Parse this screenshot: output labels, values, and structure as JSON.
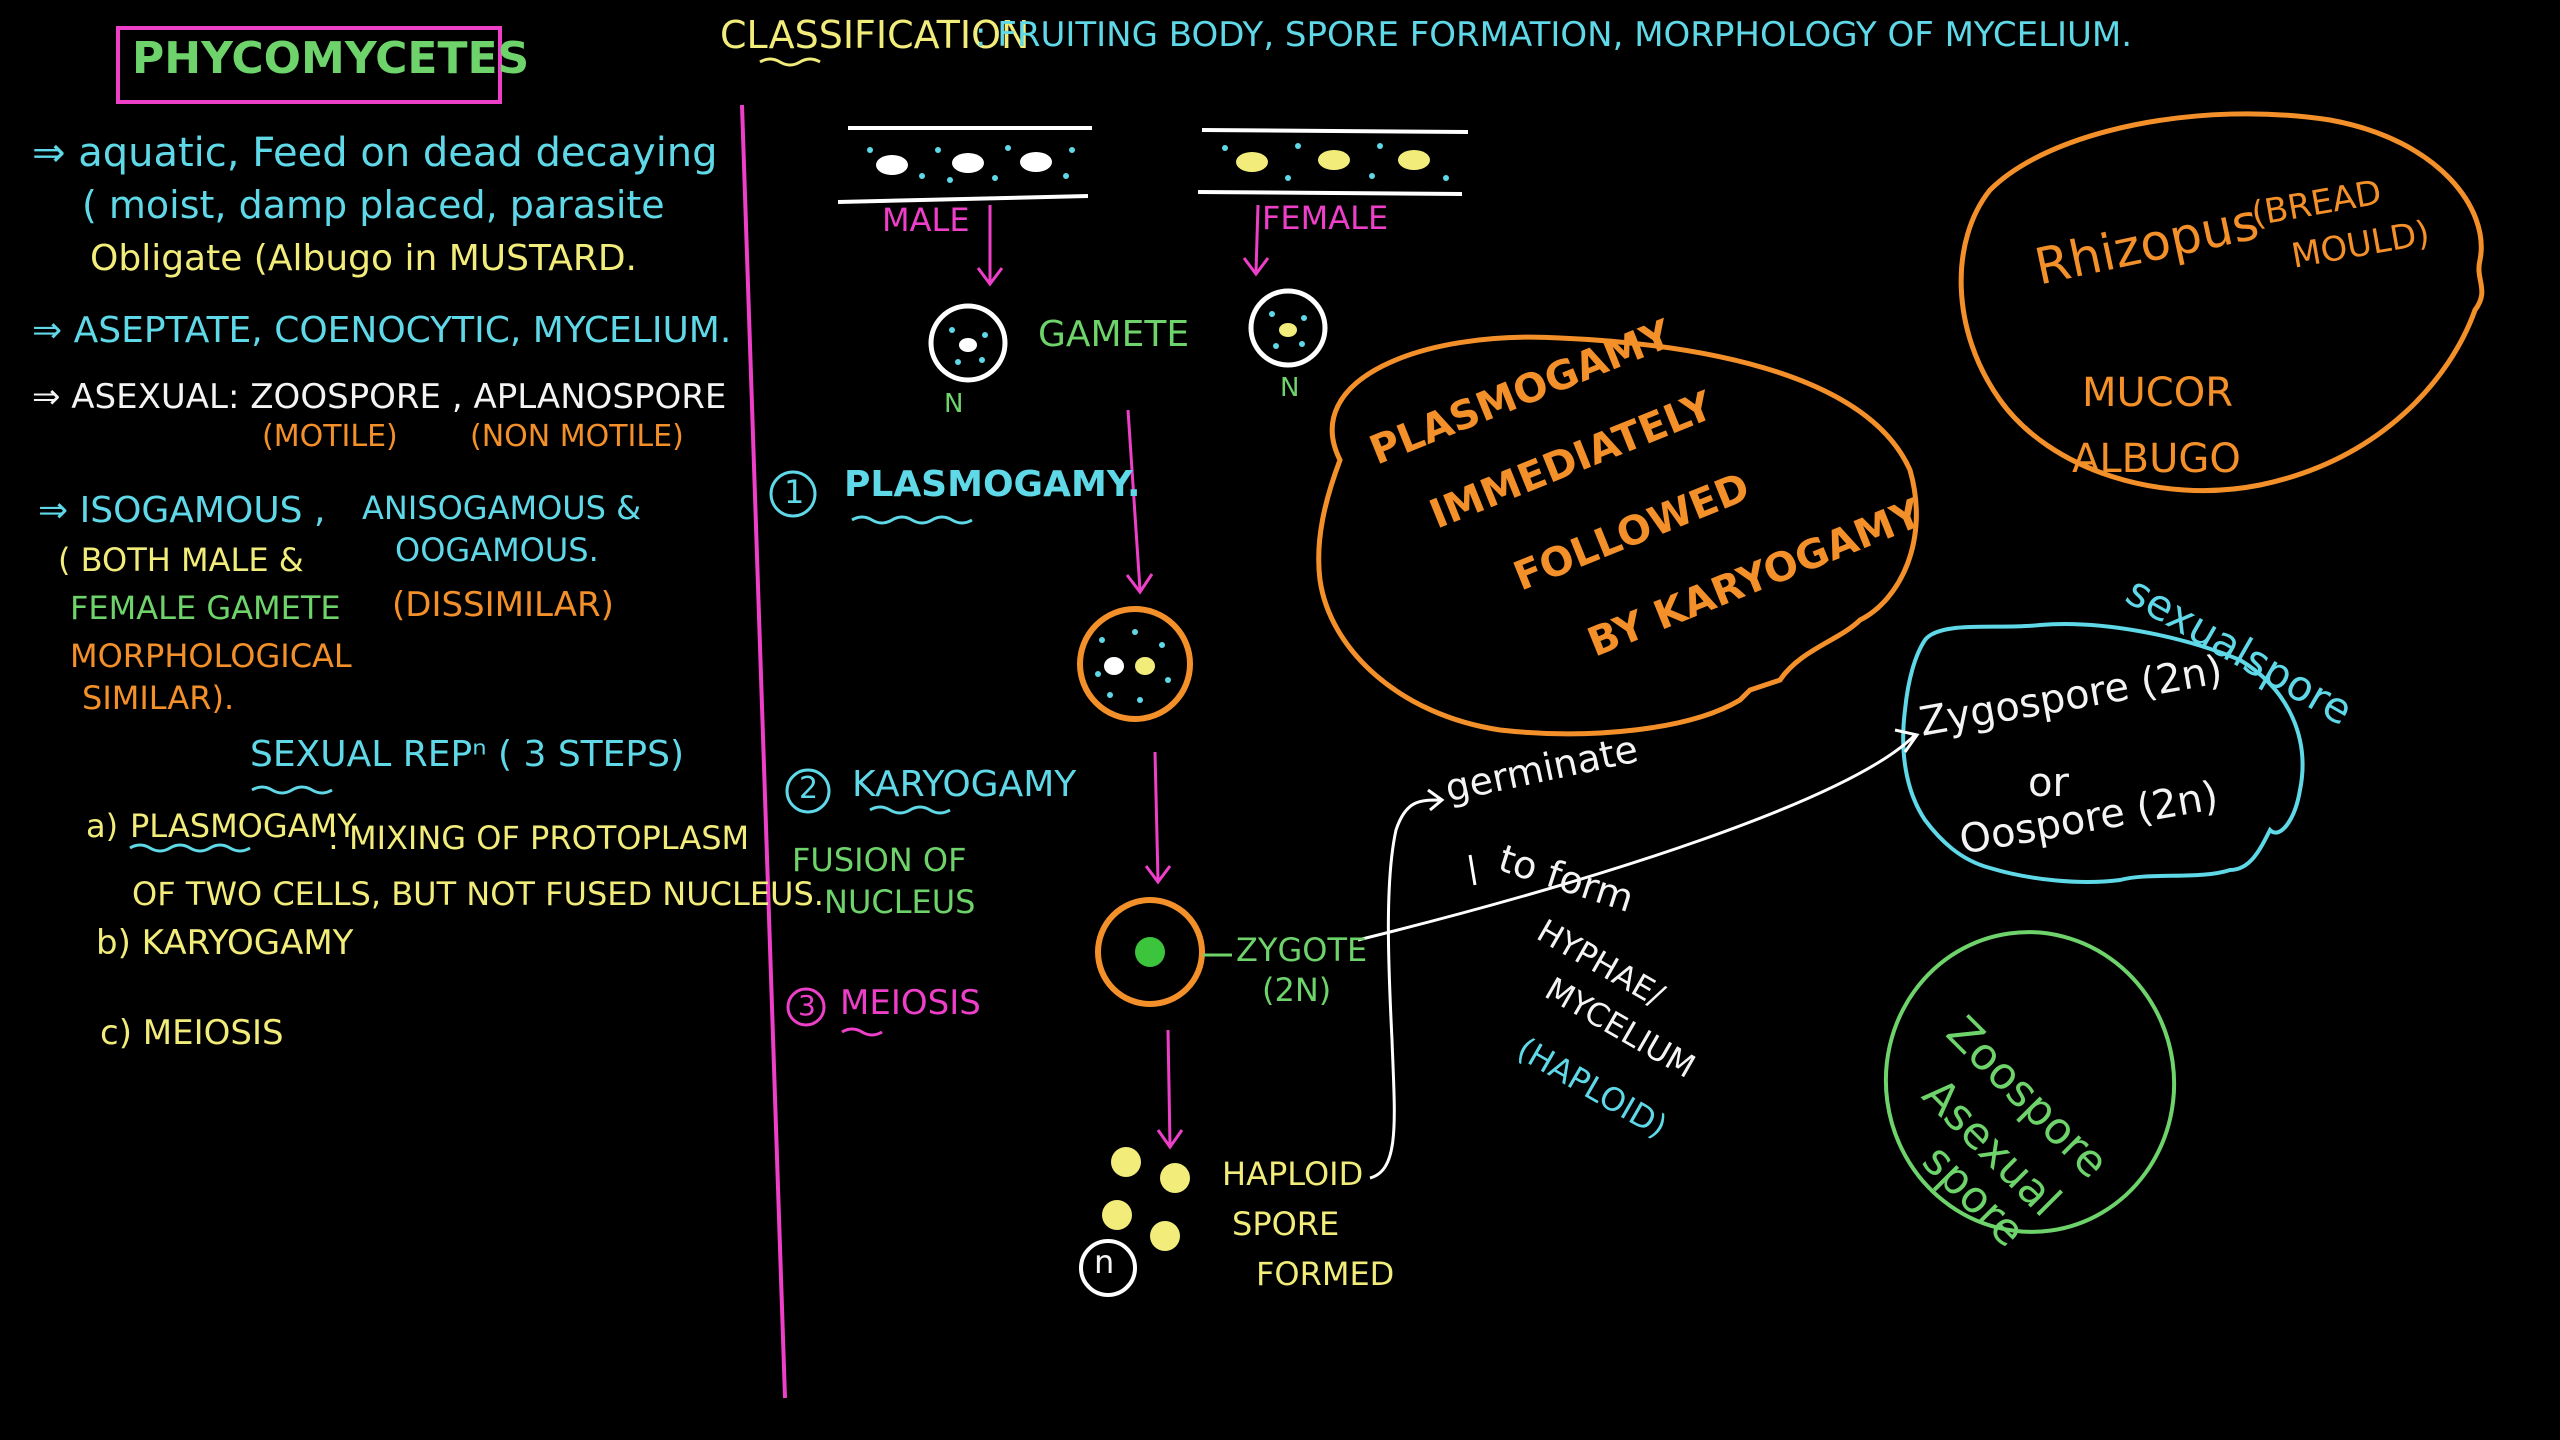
{
  "title": "PHYCOMYCETES",
  "classification": {
    "heading": "CLASSIFICATION",
    "text": ": FRUITING BODY, SPORE FORMATION, MORPHOLOGY OF MYCELIUM."
  },
  "notes": {
    "line1": "⇒ aquatic, Feed on dead decaying",
    "line2": "( moist, damp placed, parasite",
    "line3": "Obligate (Albugo in MUSTARD.",
    "aseptate": "⇒ ASEPTATE, COENOCYTIC, MYCELIUM.",
    "asexual": "⇒ ASEXUAL: ZOOSPORE , APLANOSPORE",
    "motile": "(MOTILE)",
    "non_motile": "(NON MOTILE)",
    "iso": "⇒ ISOGAMOUS ,",
    "both": "( BOTH MALE &",
    "female_gamete": "FEMALE GAMETE",
    "morph": "MORPHOLOGICAL",
    "similar": "SIMILAR).",
    "aniso1": "ANISOGAMOUS &",
    "aniso2": "OOGAMOUS.",
    "dissimilar": "(DISSIMILAR)",
    "sexual": "SEXUAL REPⁿ ( 3 STEPS)",
    "a_label": "a)",
    "a_plas": "PLASMOGAMY",
    "a_rest": ": MIXING OF PROTOPLASM",
    "a_cont": "OF TWO CELLS, BUT NOT FUSED NUCLEUS.",
    "b": "b) KARYOGAMY",
    "c": "c) MEIOSIS"
  },
  "diagram": {
    "male": "MALE",
    "female": "FEMALE",
    "gamete": "GAMETE",
    "n_left": "N",
    "n_right": "N",
    "step1_num": "1",
    "step1": "PLASMOGAMY.",
    "step2_num": "2",
    "step2": "KARYOGAMY",
    "fusion1": "FUSION OF",
    "fusion2": "NUCLEUS",
    "step3_num": "3",
    "step3": "MEIOSIS",
    "zygote1": "ZYGOTE",
    "zygote2": "(2N)",
    "haploid1": "HAPLOID",
    "haploid2": "SPORE",
    "haploid3": "FORMED",
    "n_small": "n"
  },
  "bubble": {
    "l1": "PLASMOGAMY",
    "l2": "IMMEDIATELY",
    "l3": "FOLLOWED",
    "l4": "BY KARYOGAMY"
  },
  "germinate": {
    "g1": "germinate",
    "g2": "to form",
    "g3": "HYPHAE/",
    "g4": "MYCELIUM",
    "g5": "(HAPLOID)"
  },
  "examples": {
    "rhizopus": "Rhizopus",
    "bread1": "(BREAD",
    "bread2": "MOULD)",
    "mucor": "MUCOR",
    "albugo": "ALBUGO"
  },
  "sexual_spore": {
    "label": "sexualspore",
    "z1": "Zygospore (2n)",
    "z2": "or",
    "z3": "Oospore (2n)"
  },
  "asexual_spore": {
    "l1": "Zoospore",
    "l2": "Asexual",
    "l3": "spore"
  },
  "colors": {
    "cyan": "#5fd8e8",
    "yellow": "#f2ec7a",
    "orange": "#f4902a",
    "green": "#6ed36a",
    "pink": "#ee3fc8",
    "white": "#f4f4f4"
  }
}
